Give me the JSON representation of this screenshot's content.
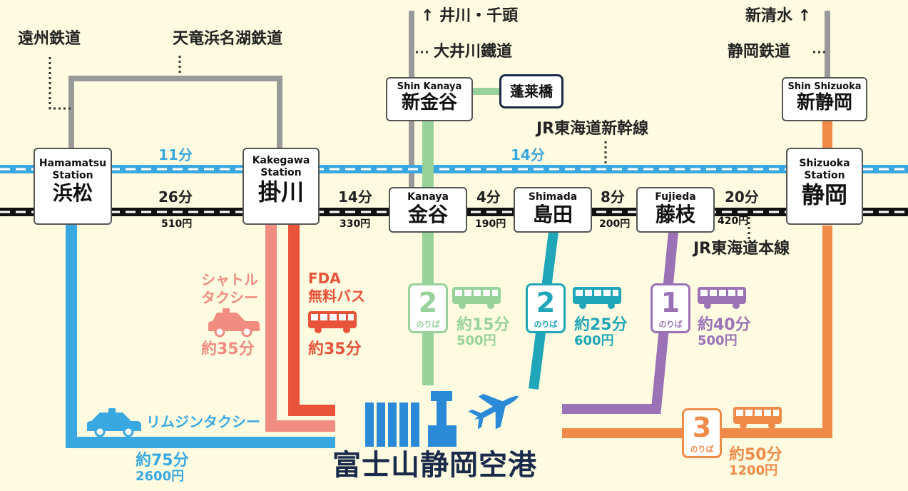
{
  "operators": {
    "enshu": "遠州鉄道",
    "tenhama": "天竜浜名湖鉄道",
    "oigawa_dest": "↑ 井川・千頭",
    "oigawa": "大井川鐵道",
    "shinshimizu": "新清水 ↑",
    "shizutetsu": "静岡鉄道",
    "shinkansen": "JR東海道新幹線",
    "honsen": "JR東海道本線"
  },
  "stations": {
    "hamamatsu": {
      "en": "Hamamatsu Station",
      "ja": "浜松"
    },
    "kakegawa": {
      "en": "Kakegawa Station",
      "ja": "掛川"
    },
    "kanaya": {
      "en": "Kanaya",
      "ja": "金谷"
    },
    "shimada": {
      "en": "Shimada",
      "ja": "島田"
    },
    "fujieda": {
      "en": "Fujieda",
      "ja": "藤枝"
    },
    "shizuoka": {
      "en": "Shizuoka Station",
      "ja": "静岡"
    },
    "shinkanaya": {
      "en": "Shin Kanaya",
      "ja": "新金谷"
    },
    "horaibashi": {
      "ja": "蓬莱橋"
    },
    "shinshizuoka": {
      "en": "Shin Shizuoka",
      "ja": "新静岡"
    }
  },
  "shinkansen_times": {
    "hamamatsu_kakegawa": "11分",
    "kakegawa_shizuoka": "14分"
  },
  "segments": [
    {
      "time": "26分",
      "fare": "510円"
    },
    {
      "time": "14分",
      "fare": "330円"
    },
    {
      "time": "4分",
      "fare": "190円"
    },
    {
      "time": "8分",
      "fare": "200円"
    },
    {
      "time": "20分",
      "fare": "420円"
    }
  ],
  "access": {
    "shuttle_taxi": {
      "label": "シャトル\nタクシー",
      "time": "約35分",
      "color": "#f08c80"
    },
    "fda_bus": {
      "label": "FDA\n無料バス",
      "time": "約35分",
      "color": "#e8533a"
    },
    "limo_taxi": {
      "label": "リムジンタクシー",
      "time": "約75分",
      "fare": "2600円",
      "color": "#3aa8e0"
    },
    "kanaya_bus": {
      "platform": "2",
      "noriba": "のりば",
      "time": "約15分",
      "fare": "500円",
      "color": "#96d29a"
    },
    "shimada_bus": {
      "platform": "2",
      "noriba": "のりば",
      "time": "約25分",
      "fare": "600円",
      "color": "#1fa6b8"
    },
    "fujieda_bus": {
      "platform": "1",
      "noriba": "のりば",
      "time": "約40分",
      "fare": "500円",
      "color": "#9b72b6"
    },
    "shizuoka_bus": {
      "platform": "3",
      "noriba": "のりば",
      "time": "約50分",
      "fare": "1200円",
      "color": "#f08a48"
    }
  },
  "airport": {
    "name": "富士山静岡空港",
    "color": "#1a2a4a",
    "icon_color": "#2a8ad8"
  },
  "icons": [
    "taxi-icon",
    "bus-icon",
    "airplane-icon",
    "airport-building-icon"
  ],
  "colors": {
    "background": "#fffbe0",
    "shinkansen": "#3aa8e0",
    "local_line": "#9a9a9a",
    "jr_line": "#111111"
  }
}
